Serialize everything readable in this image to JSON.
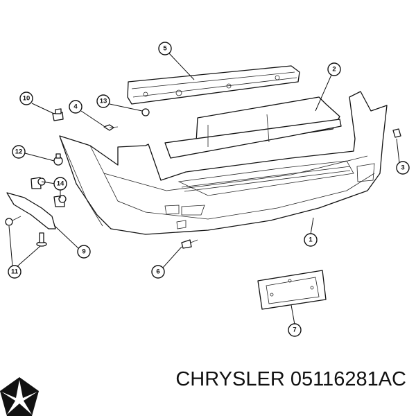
{
  "diagram": {
    "callouts": [
      "1",
      "2",
      "3",
      "4",
      "5",
      "6",
      "7",
      "9",
      "10",
      "11",
      "12",
      "13",
      "14"
    ],
    "brand": "CHRYSLER",
    "part_number": "05116281AC"
  },
  "colors": {
    "line": "#111111",
    "background": "#ffffff"
  }
}
